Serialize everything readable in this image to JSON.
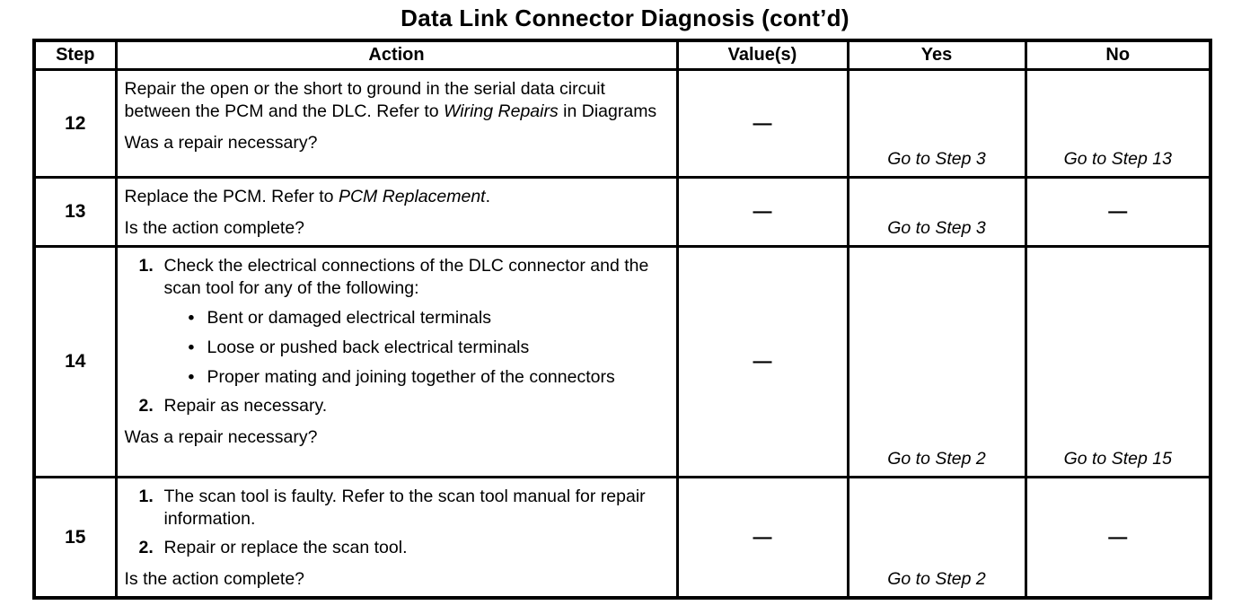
{
  "title": "Data Link Connector Diagnosis  (cont’d)",
  "dash": "—",
  "bullet_char": "•",
  "table": {
    "headers": {
      "step": "Step",
      "action": "Action",
      "values": "Value(s)",
      "yes": "Yes",
      "no": "No"
    },
    "rows": [
      {
        "step": "12",
        "action_blocks": [
          {
            "type": "para",
            "segments": [
              {
                "text": "Repair the open or the short to ground in the serial data circuit between the PCM and the DLC. Refer to "
              },
              {
                "text": "Wiring Repairs",
                "italic": true
              },
              {
                "text": " in Diagrams"
              }
            ]
          }
        ],
        "question": "Was a repair necessary?",
        "value": "—",
        "yes": "Go to Step 3",
        "no": "Go to Step 13"
      },
      {
        "step": "13",
        "action_blocks": [
          {
            "type": "para",
            "segments": [
              {
                "text": "Replace the PCM. Refer to "
              },
              {
                "text": "PCM Replacement",
                "italic": true
              },
              {
                "text": "."
              }
            ]
          }
        ],
        "question": "Is the action complete?",
        "value": "—",
        "yes": "Go to Step 3",
        "no": "—"
      },
      {
        "step": "14",
        "action_blocks": [
          {
            "type": "num",
            "number": "1.",
            "segments": [
              {
                "text": "Check the electrical connections of the DLC connector and the scan tool for any of the following:"
              }
            ]
          },
          {
            "type": "bullet",
            "segments": [
              {
                "text": "Bent or damaged electrical terminals"
              }
            ]
          },
          {
            "type": "bullet",
            "segments": [
              {
                "text": "Loose or pushed back electrical terminals"
              }
            ]
          },
          {
            "type": "bullet",
            "segments": [
              {
                "text": "Proper mating and joining together of the connectors"
              }
            ]
          },
          {
            "type": "num",
            "number": "2.",
            "segments": [
              {
                "text": "Repair as necessary."
              }
            ]
          }
        ],
        "question": "Was a repair necessary?",
        "value": "—",
        "yes": "Go to Step 2",
        "no": "Go to Step 15"
      },
      {
        "step": "15",
        "action_blocks": [
          {
            "type": "num",
            "number": "1.",
            "segments": [
              {
                "text": "The scan tool is faulty. Refer to the scan tool manual for repair information."
              }
            ]
          },
          {
            "type": "num",
            "number": "2.",
            "segments": [
              {
                "text": "Repair or replace the scan tool."
              }
            ]
          }
        ],
        "question": "Is the action complete?",
        "value": "—",
        "yes": "Go to Step 2",
        "no": "—"
      }
    ]
  }
}
